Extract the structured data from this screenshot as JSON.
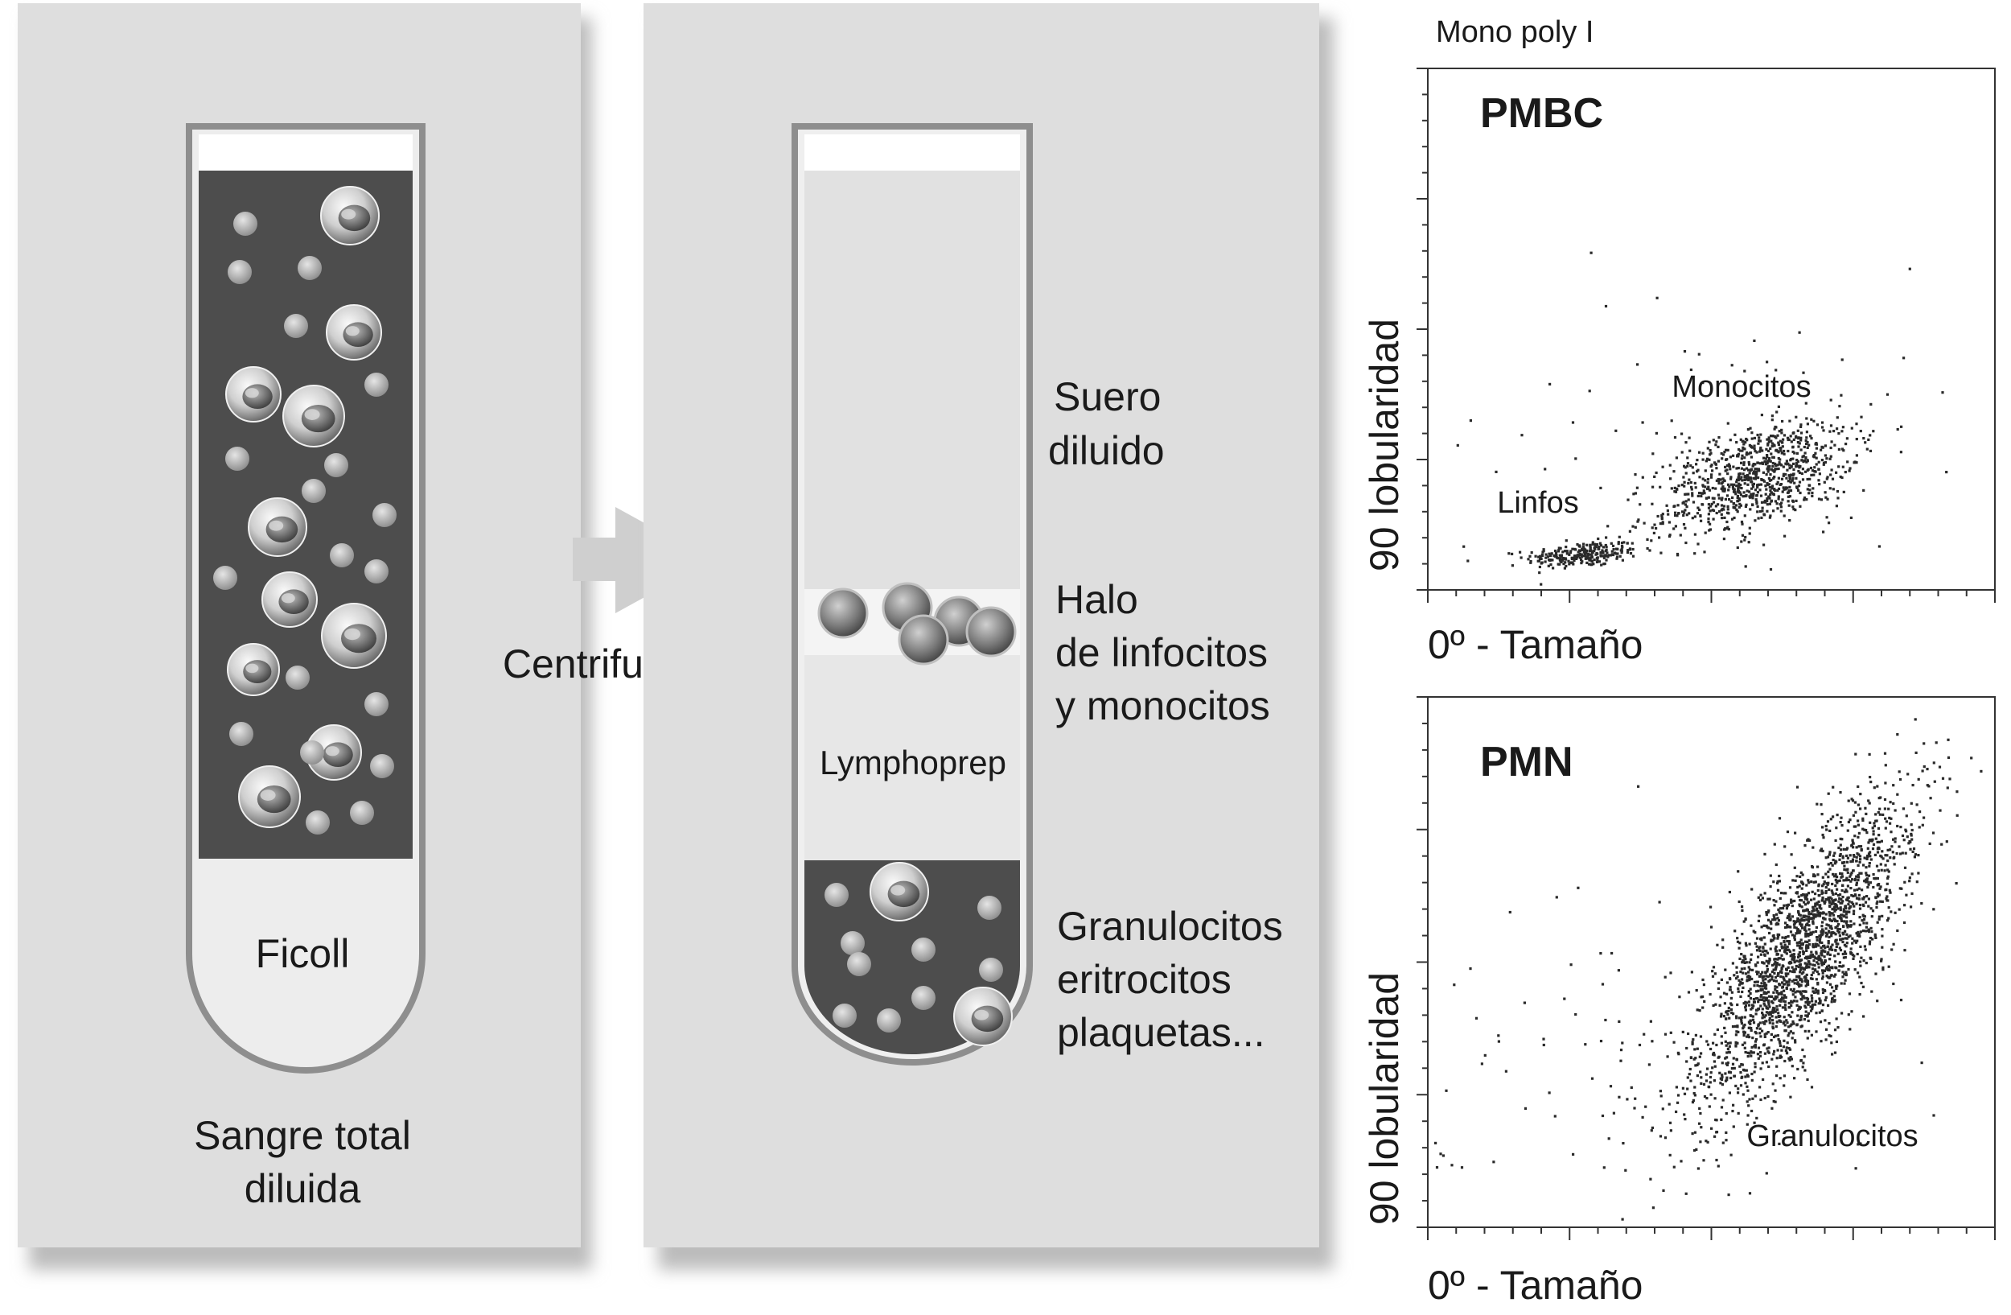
{
  "left_tube": {
    "bottom_label": "Ficoll",
    "caption_line1": "Sangre total",
    "caption_line2": "diluida"
  },
  "arrow": {
    "label": "Centrifugado"
  },
  "right_tube": {
    "serum_line1": "Suero",
    "serum_line2": "diluido",
    "halo_line1": "Halo",
    "halo_line2": "de linfocitos",
    "halo_line3": "y monocitos",
    "middle_label": "Lymphoprep",
    "pellet_line1": "Granulocitos",
    "pellet_line2": "eritrocitos",
    "pellet_line3": "plaquetas..."
  },
  "chart_header": "Mono poly I",
  "chart_data": [
    {
      "type": "scatter",
      "title": "PMBC",
      "xlabel": "0º - Tamaño",
      "ylabel": "90 lobularidad",
      "annotations": [
        "Monocitos",
        "Linfos"
      ],
      "clusters": [
        {
          "name": "Linfos",
          "center": [
            0.27,
            0.07
          ],
          "spread": [
            0.05,
            0.012
          ],
          "angle": 5,
          "n": 260
        },
        {
          "name": "Monocitos",
          "center": [
            0.58,
            0.22
          ],
          "spread": [
            0.09,
            0.045
          ],
          "angle": 22,
          "n": 900
        },
        {
          "name": "scatter",
          "center": [
            0.45,
            0.28
          ],
          "spread": [
            0.28,
            0.17
          ],
          "angle": 0,
          "n": 90
        }
      ],
      "grid": false
    },
    {
      "type": "scatter",
      "title": "PMN",
      "xlabel": "0º - Tamaño",
      "ylabel": "90 lobularidad",
      "annotations": [
        "Granulocitos"
      ],
      "clusters": [
        {
          "name": "Granulocitos",
          "center": [
            0.66,
            0.52
          ],
          "spread": [
            0.055,
            0.16
          ],
          "angle": -30,
          "n": 2200
        },
        {
          "name": "scatter",
          "center": [
            0.38,
            0.3
          ],
          "spread": [
            0.26,
            0.22
          ],
          "angle": 0,
          "n": 110
        }
      ],
      "grid": false
    }
  ],
  "colors": {
    "panel_bg": "#dedede",
    "panel_shadow": "#b9b9b9",
    "tube_outline": "#8e8e8e",
    "blood_dark": "#4d4d4d",
    "ficoll_light": "#ededed",
    "arrow": "#cfcfcf",
    "dots": "#2a2a2a"
  }
}
